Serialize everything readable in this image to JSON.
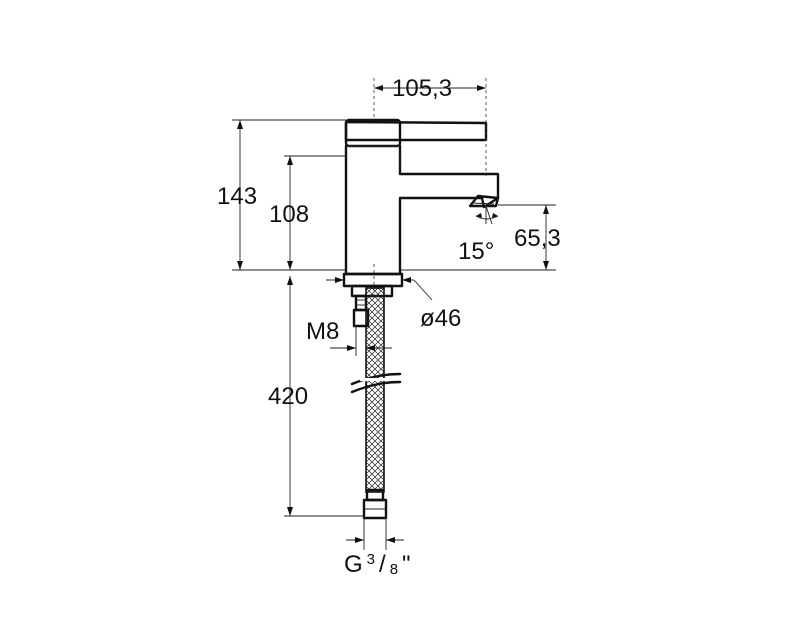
{
  "dimensions": {
    "spout_reach": "105,3",
    "total_height": "143",
    "body_height": "108",
    "spout_height": "65,3",
    "spout_angle": "15°",
    "base_diameter": "ø46",
    "thread": "M8",
    "hose_length": "420",
    "connection_main": "G",
    "connection_num": "3",
    "connection_den": "8",
    "connection_unit": "\""
  },
  "colors": {
    "line": "#111111",
    "background": "#ffffff"
  }
}
